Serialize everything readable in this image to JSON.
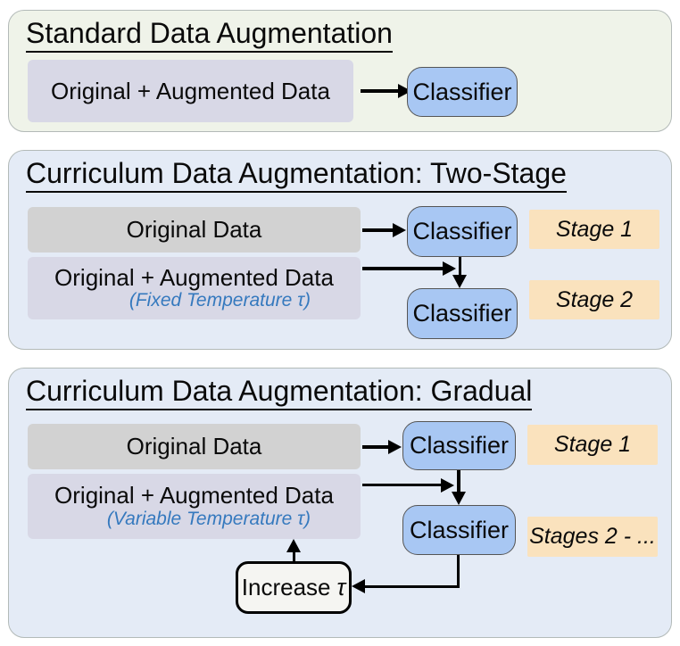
{
  "colors": {
    "panel_green_bg": "#eff3e9",
    "panel_blue_bg": "#e4ebf6",
    "panel_border": "#b3bab8",
    "classifier_fill": "#a8c7f3",
    "classifier_border": "#555555",
    "gray_box": "#d2d2d2",
    "lavender_box": "#d8d8e6",
    "stage_box": "#fae2bd",
    "note_blue": "#3579be",
    "increase_fill": "#f5f5f2",
    "arrow_black": "#000000"
  },
  "panels": {
    "standard": {
      "title": "Standard Data Augmentation",
      "data_box_label": "Original + Augmented Data",
      "classifier_label": "Classifier"
    },
    "two_stage": {
      "title": "Curriculum Data Augmentation: Two-Stage",
      "original_box_label": "Original Data",
      "augmented_box_label": "Original + Augmented Data",
      "augmented_box_note": "(Fixed Temperature τ)",
      "classifier1_label": "Classifier",
      "classifier2_label": "Classifier",
      "stage1_label": "Stage 1",
      "stage2_label": "Stage 2"
    },
    "gradual": {
      "title": "Curriculum Data Augmentation: Gradual",
      "original_box_label": "Original Data",
      "augmented_box_label": "Original + Augmented Data",
      "augmented_box_note": "(Variable Temperature τ)",
      "classifier1_label": "Classifier",
      "classifier2_label": "Classifier",
      "stage1_label": "Stage 1",
      "stage2_label": "Stages 2 - ...",
      "increase_label": "Increase",
      "tau_symbol": "τ"
    }
  }
}
